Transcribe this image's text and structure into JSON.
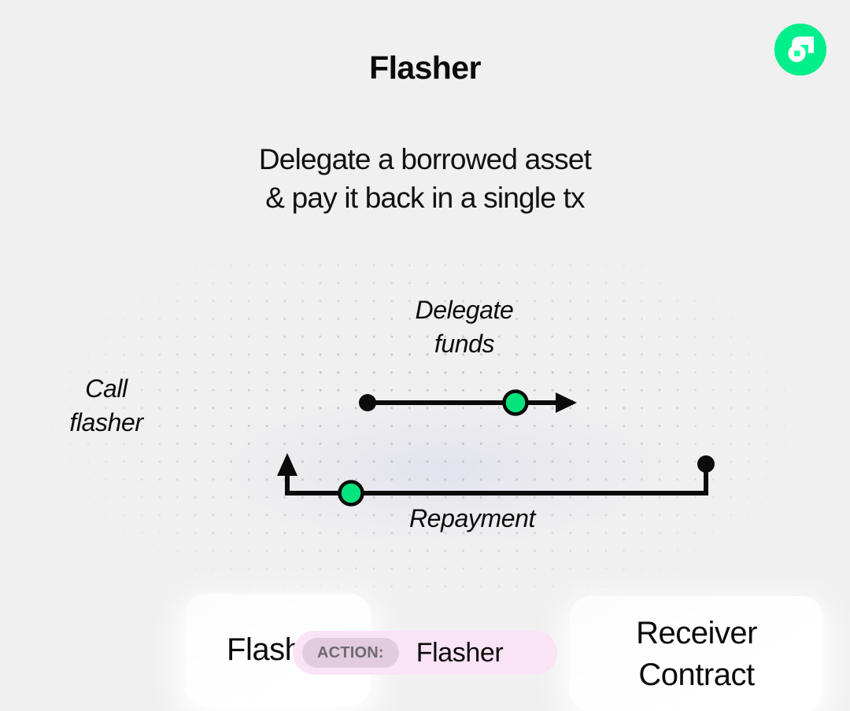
{
  "brand": {
    "logo_icon": "flow-logo-icon",
    "logo_color": "#00ef8b",
    "logo_mark_color": "#ffffff",
    "logo_accent_color": "#16ff9e"
  },
  "header": {
    "title": "Flasher",
    "subtitle_line_1": "Delegate a borrowed asset",
    "subtitle_line_2": "& pay it back in a single tx"
  },
  "diagram": {
    "type": "flow-diagram",
    "background_color": "#f0f0f0",
    "dot_color": "#c9c9cc",
    "accent_color": "#05e37c",
    "stroke_color": "#0b0b0b",
    "nodes": [
      {
        "id": "flasher",
        "label": "Flasher"
      },
      {
        "id": "receiver",
        "label_line_1": "Receiver",
        "label_line_2": "Contract"
      }
    ],
    "labels": {
      "call_flasher_line_1": "Call",
      "call_flasher_line_2": "flasher",
      "delegate_funds_line_1": "Delegate",
      "delegate_funds_line_2": "funds",
      "repayment": "Repayment"
    },
    "edges": [
      {
        "id": "delegate-funds",
        "from": "flasher",
        "to": "receiver",
        "label": "Delegate funds",
        "has_accent_node": true
      },
      {
        "id": "repayment",
        "from": "receiver",
        "to": "flasher",
        "label": "Repayment",
        "has_accent_node": true
      }
    ]
  },
  "action_badge": {
    "key": "ACTION:",
    "value": "Flasher",
    "background_color": "#fbe3f6",
    "key_background_color": "#e3cbde",
    "key_text_color": "#6e6a6e"
  }
}
